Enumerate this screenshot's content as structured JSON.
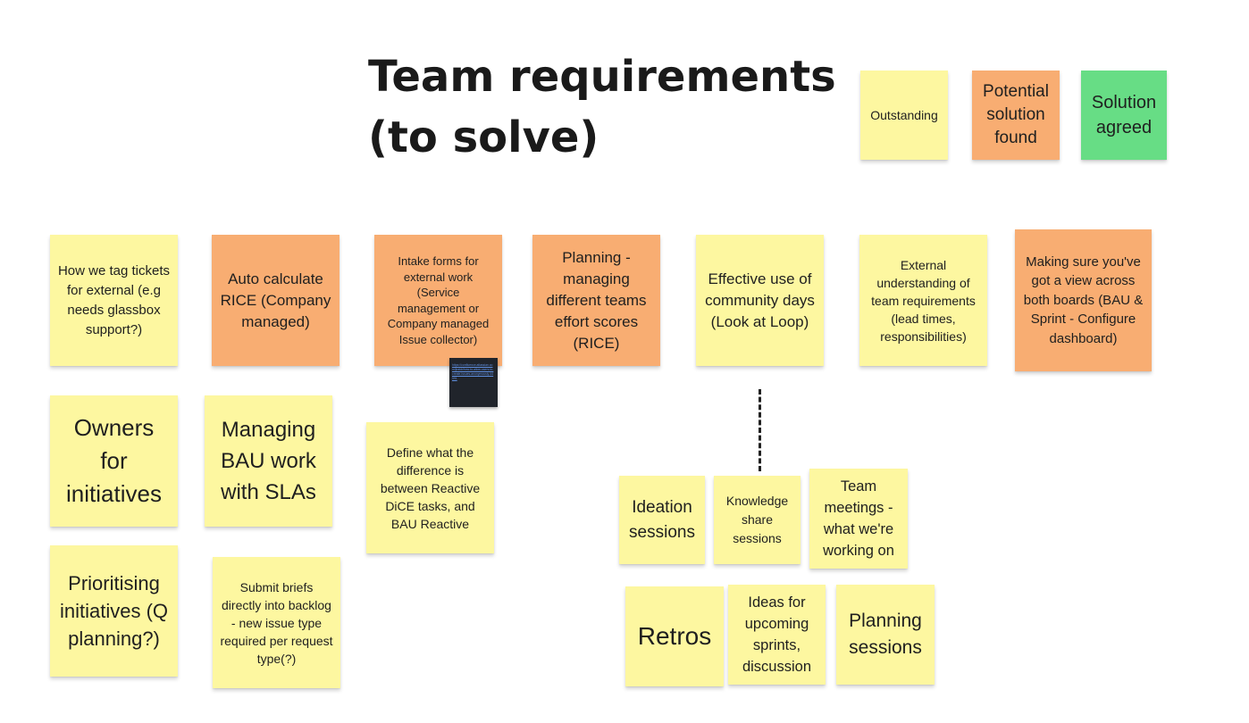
{
  "board": {
    "title_line1": "Team requirements",
    "title_line2": "(to solve)"
  },
  "legend": {
    "outstanding": "Outstanding",
    "potential": "Potential solution found",
    "agreed": "Solution agreed"
  },
  "colors": {
    "outstanding": "#fdf7a0",
    "potential_solution": "#f8ad72",
    "solution_agreed": "#67dd85"
  },
  "notes": {
    "tag_tickets": "How we tag tickets for external (e.g needs glassbox support?)",
    "auto_rice": "Auto calculate RICE (Company managed)",
    "intake_forms": "Intake forms for external work (Service management or Company managed Issue collector)",
    "planning_rice": "Planning - managing different teams effort scores (RICE)",
    "community_days": "Effective use of community days (Look at Loop)",
    "external_understanding": "External understanding of team requirements (lead times, responsibilities)",
    "view_boards": "Making sure you've got a view across both boards (BAU & Sprint - Configure dashboard)",
    "owners": "Owners for initiatives",
    "bau_slas": "Managing BAU work with SLAs",
    "define_reactive": "Define what the difference is between Reactive DiCE tasks, and BAU Reactive",
    "prioritising": "Prioritising initiatives (Q planning?)",
    "submit_briefs": "Submit briefs directly into backlog - new issue type required per request type(?)",
    "ideation": "Ideation sessions",
    "knowledge_share": "Knowledge share sessions",
    "team_meetings": "Team meetings - what we're working on",
    "retros": "Retros",
    "ideas_sprints": "Ideas for upcoming sprints, discussion",
    "planning_sessions": "Planning sessions"
  },
  "attachment": {
    "link_text": "https://confluence.atlassian.com/jirakb/how-to-allow-users-to-create-issues-anonymously-44591"
  }
}
